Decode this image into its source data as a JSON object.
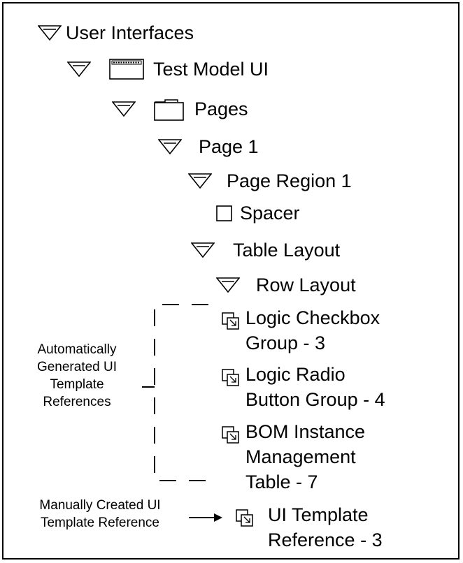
{
  "tree": {
    "root": "User Interfaces",
    "ui": "Test Model UI",
    "pages": "Pages",
    "page1": "Page 1",
    "region": "Page Region 1",
    "spacer": "Spacer",
    "table_layout": "Table Layout",
    "row_layout": "Row Layout",
    "refs": [
      {
        "line1": "Logic Checkbox",
        "line2": "Group - 3"
      },
      {
        "line1": "Logic Radio",
        "line2": "Button Group - 4"
      },
      {
        "line1": "BOM Instance",
        "line2": "Management",
        "line3": "Table - 7"
      },
      {
        "line1": "UI Template",
        "line2": "Reference - 3"
      }
    ]
  },
  "annotations": {
    "auto": [
      "Automatically",
      "Generated UI",
      "Template",
      "References"
    ],
    "manual": [
      "Manually Created UI",
      "Template Reference"
    ]
  },
  "icon_names": [
    "expanded-triangle-icon",
    "window-icon",
    "folder-icon",
    "leaf-square-icon",
    "template-reference-icon"
  ]
}
